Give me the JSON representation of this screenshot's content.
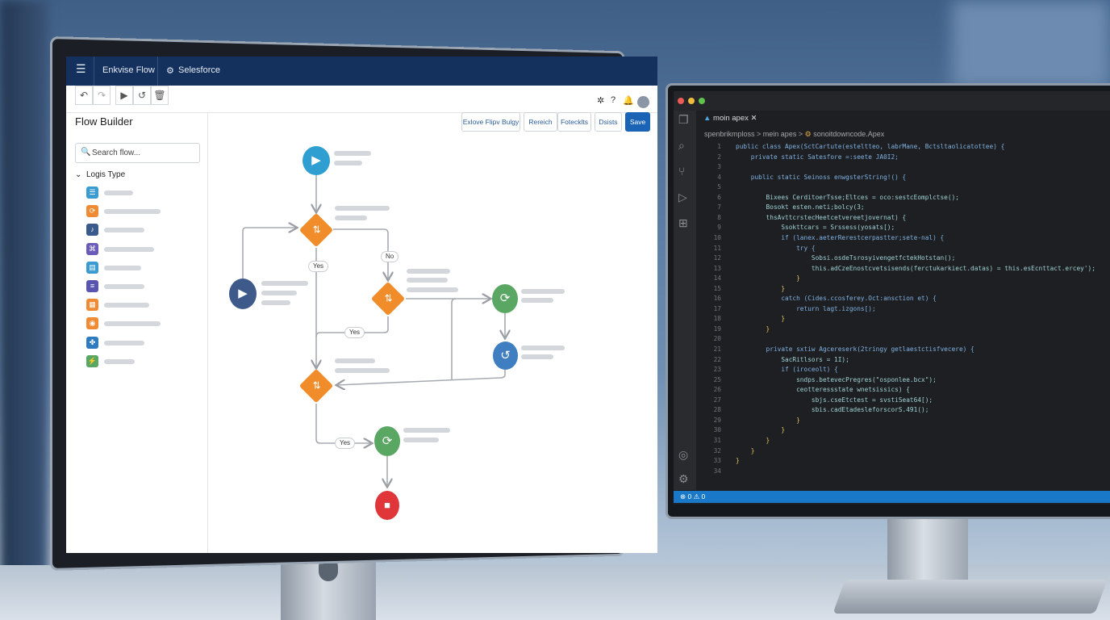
{
  "flow_app": {
    "menu_icon": "hamburger-icon",
    "app_name": "Enkvise Flow",
    "org_name": "Selesforce",
    "org_icon": "gear-icon",
    "toolbar": {
      "undo_icon": "undo-icon",
      "redo_icon": "redo-icon",
      "run_icon": "play-icon",
      "reset_icon": "refresh-icon",
      "delete_icon": "trash-icon"
    },
    "header_icons": [
      "setup-icon",
      "help-icon",
      "bell-icon",
      "avatar-icon"
    ],
    "sidebar": {
      "title": "Flow Builder",
      "search_placeholder": "Search flow...",
      "section": "Logis Type",
      "items": [
        {
          "icon": "list-icon",
          "color": "#3a9bd1"
        },
        {
          "icon": "loop-icon",
          "color": "#ef8b33"
        },
        {
          "icon": "script-icon",
          "color": "#3b5a8c"
        },
        {
          "icon": "network-icon",
          "color": "#6a5bb8"
        },
        {
          "icon": "table-icon",
          "color": "#3a9bd1"
        },
        {
          "icon": "text-icon",
          "color": "#5a56b0"
        },
        {
          "icon": "form-icon",
          "color": "#ef8b33"
        },
        {
          "icon": "record-icon",
          "color": "#ef8b33"
        },
        {
          "icon": "puzzle-icon",
          "color": "#2f7bc0"
        },
        {
          "icon": "chart-icon",
          "color": "#5aa763"
        }
      ]
    },
    "canvas_buttons": [
      "Exlove Flipv Bulgy",
      "Rereich",
      "Fotecklts",
      "Dsists",
      "Save"
    ],
    "connector_labels": [
      "Yes",
      "No",
      "Yes",
      "Yes"
    ]
  },
  "editor": {
    "tab": "moin apex",
    "breadcrumb": [
      "spenbrikmploss",
      "mein apes",
      "sonoitdowncode.Apex"
    ],
    "activity_icons": [
      "files-icon",
      "search-icon",
      "source-control-icon",
      "run-debug-icon",
      "extensions-icon",
      "account-icon",
      "settings-icon"
    ],
    "status": "⊗ 0 ⚠ 0",
    "lines": [
      {
        "n": "1",
        "t": "public class Apex(SctCartute(esteltteo, labrMane, Bctsltaolicatottee) {"
      },
      {
        "n": "2",
        "t": "    private static Satesfore =:seete JA0I2;"
      },
      {
        "n": "3",
        "t": ""
      },
      {
        "n": "4",
        "t": "    public static Seinoss enwgsterString!() {"
      },
      {
        "n": "5",
        "t": ""
      },
      {
        "n": "6",
        "t": "        Bixees CerditoerTsse;Eltces = oco:sestcEomplctse();"
      },
      {
        "n": "7",
        "t": "        Bosokt esten.neti;bolcy(3;"
      },
      {
        "n": "8",
        "t": "        thsAvttcrstecHeetcetvereetjovernat) {"
      },
      {
        "n": "9",
        "t": "            Ssokttcars = Srssess(yosats[);"
      },
      {
        "n": "10",
        "t": "            if (lanex.aeterRerestcerpastter;sete-nal) {"
      },
      {
        "n": "11",
        "t": "                try {"
      },
      {
        "n": "12",
        "t": "                    Sobsi.osdeTsrosyivengetfctekHotstan();"
      },
      {
        "n": "13",
        "t": "                    this.adCzeEnostcvetsisends(ferctukarkiect.datas) = this.esEcnttact.ercey');"
      },
      {
        "n": "14",
        "t": "                }"
      },
      {
        "n": "15",
        "t": "            }"
      },
      {
        "n": "16",
        "t": "            catch (Cides.ccosferey.Oct:ansction et) {"
      },
      {
        "n": "17",
        "t": "                return lagt.izgons[);"
      },
      {
        "n": "18",
        "t": "            }"
      },
      {
        "n": "19",
        "t": "        }"
      },
      {
        "n": "20",
        "t": ""
      },
      {
        "n": "21",
        "t": "        private sxtiw Agcereserk(2tringy getlaestctisfvecere) {"
      },
      {
        "n": "22",
        "t": "            SacRitlsors = 1I);"
      },
      {
        "n": "23",
        "t": "            if (iroceolt) {"
      },
      {
        "n": "25",
        "t": "                sndps.betevecPregres(\"osponlee.bcx\");"
      },
      {
        "n": "26",
        "t": "                ceotteressstate wnetsissics) {"
      },
      {
        "n": "27",
        "t": "                    sbjs.cseEtctest = svstiSeat64[);"
      },
      {
        "n": "28",
        "t": "                    sbis.cadEtadesleforscorS.491();"
      },
      {
        "n": "29",
        "t": "                }"
      },
      {
        "n": "30",
        "t": "            }"
      },
      {
        "n": "31",
        "t": "        }"
      },
      {
        "n": "32",
        "t": "    }"
      },
      {
        "n": "33",
        "t": "}"
      },
      {
        "n": "34",
        "t": ""
      }
    ]
  },
  "colors": {
    "header_navy": "#14305c",
    "decision_orange": "#f08c2a",
    "start_blue": "#2e9fd0",
    "loop_green": "#5aa763",
    "stop_red": "#e0363a",
    "status_blue": "#1a78c8",
    "save_blue": "#1b63b5"
  }
}
